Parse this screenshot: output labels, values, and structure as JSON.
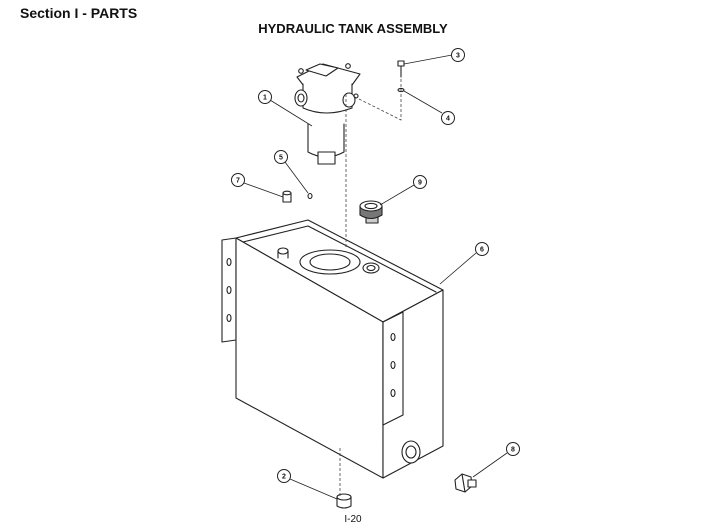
{
  "section_title": "Section I - PARTS",
  "diagram_title": "HYDRAULIC TANK ASSEMBLY",
  "page_number": "I-20",
  "callouts": [
    "1",
    "2",
    "3",
    "4",
    "5",
    "6",
    "7",
    "8",
    "9"
  ]
}
